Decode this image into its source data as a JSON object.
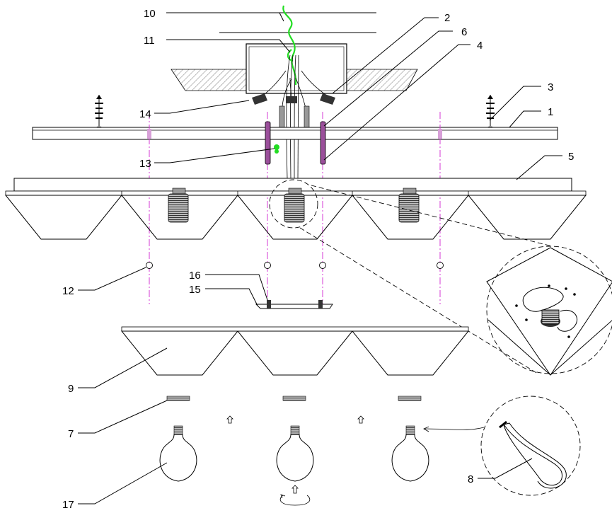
{
  "callouts": [
    {
      "id": "10",
      "text": "10"
    },
    {
      "id": "11",
      "text": "11"
    },
    {
      "id": "2",
      "text": "2"
    },
    {
      "id": "6",
      "text": "6"
    },
    {
      "id": "4",
      "text": "4"
    },
    {
      "id": "3",
      "text": "3"
    },
    {
      "id": "1",
      "text": "1"
    },
    {
      "id": "14",
      "text": "14"
    },
    {
      "id": "13",
      "text": "13"
    },
    {
      "id": "5",
      "text": "5"
    },
    {
      "id": "12",
      "text": "12"
    },
    {
      "id": "16",
      "text": "16"
    },
    {
      "id": "15",
      "text": "15"
    },
    {
      "id": "9",
      "text": "9"
    },
    {
      "id": "7",
      "text": "7"
    },
    {
      "id": "8",
      "text": "8"
    },
    {
      "id": "17",
      "text": "17"
    }
  ],
  "colors": {
    "ground_wire": "#22dd22",
    "axis_line": "#d63ad6",
    "stud": "#9b4f9b",
    "line": "#000000"
  }
}
